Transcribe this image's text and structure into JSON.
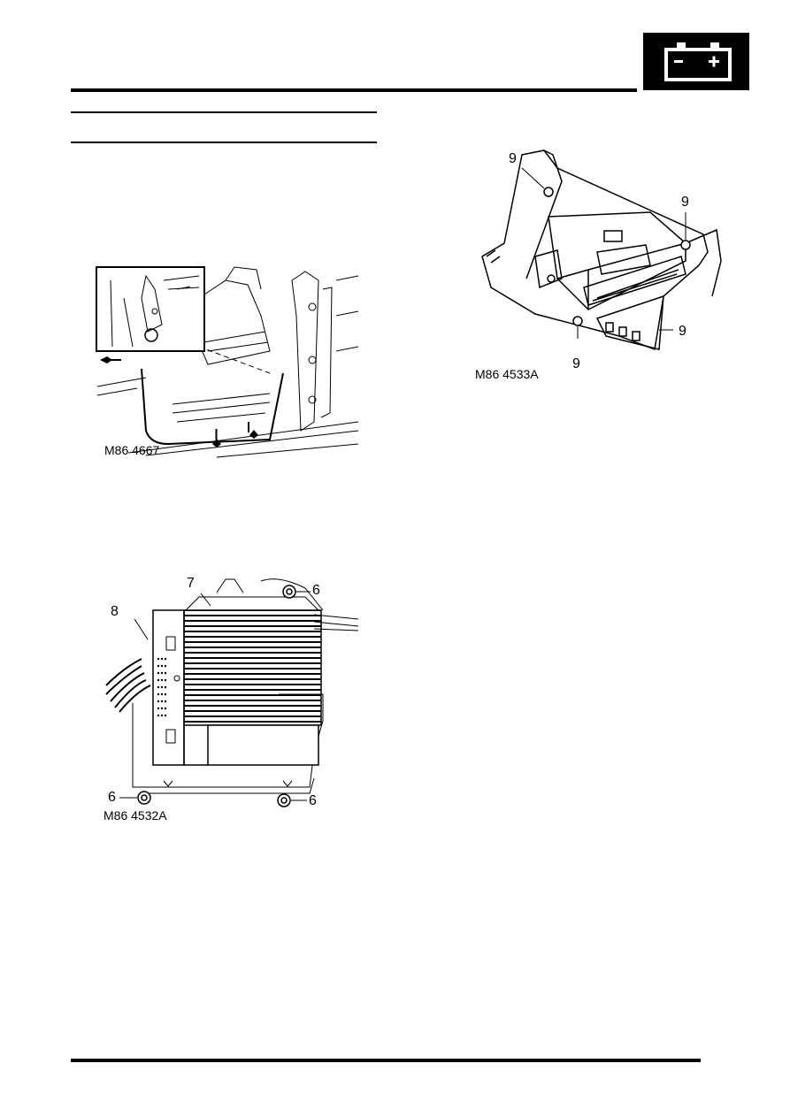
{
  "header": {
    "section_icon": "battery-icon"
  },
  "figures": [
    {
      "id": "fig1",
      "caption": "M86 4667"
    },
    {
      "id": "fig2",
      "caption": "M86 4532A",
      "callouts": [
        "7",
        "6",
        "8",
        "6",
        "6"
      ]
    },
    {
      "id": "fig3",
      "caption": "M86 4533A",
      "callouts": [
        "9",
        "9",
        "9",
        "9"
      ]
    }
  ],
  "colors": {
    "ink": "#000000",
    "paper": "#ffffff"
  }
}
